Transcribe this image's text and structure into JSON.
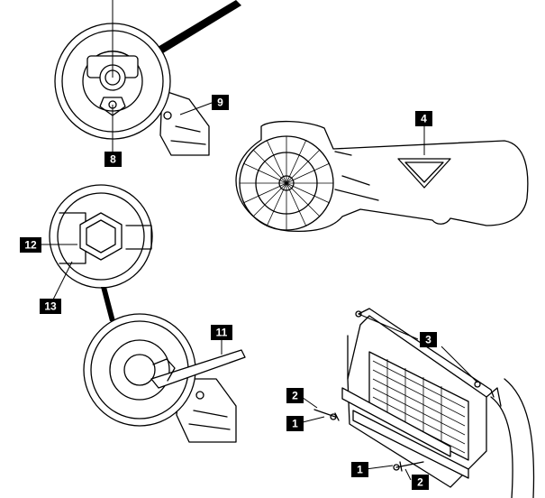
{
  "callouts": [
    {
      "id": "c8",
      "label": "8"
    },
    {
      "id": "c9",
      "label": "9"
    },
    {
      "id": "c4",
      "label": "4"
    },
    {
      "id": "c12",
      "label": "12"
    },
    {
      "id": "c13",
      "label": "13"
    },
    {
      "id": "c11",
      "label": "11"
    },
    {
      "id": "c3",
      "label": "3"
    },
    {
      "id": "c2a",
      "label": "2"
    },
    {
      "id": "c1a",
      "label": "1"
    },
    {
      "id": "c1b",
      "label": "1"
    },
    {
      "id": "c2b",
      "label": "2"
    }
  ],
  "colors": {
    "ink": "#000000",
    "paper": "#ffffff"
  }
}
